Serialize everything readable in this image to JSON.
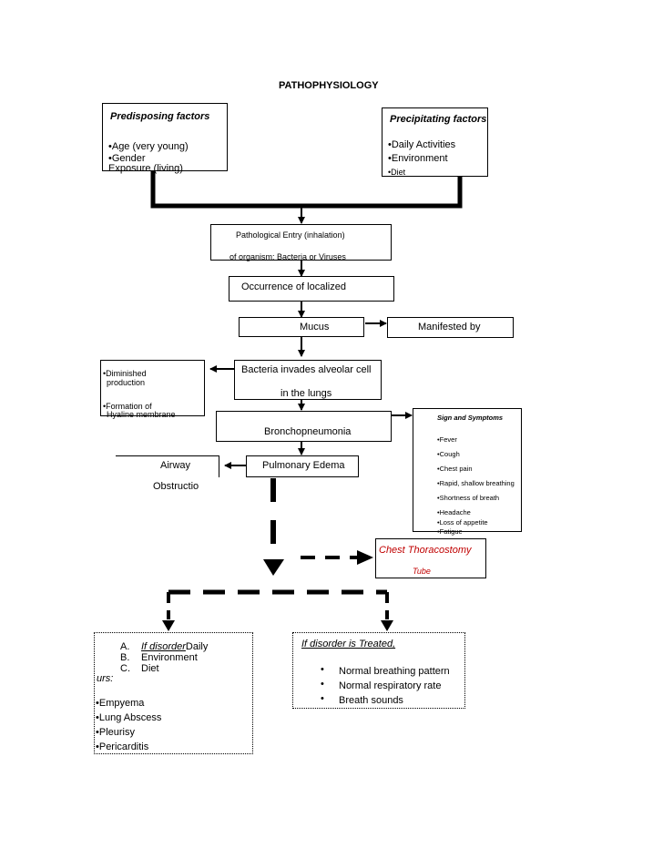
{
  "title": "PATHOPHYSIOLOGY",
  "predisposing": {
    "heading": "Predisposing factors",
    "items": [
      "•Age (very young)",
      "•Gender",
      "Exposure (living)"
    ]
  },
  "precipitating": {
    "heading": "Precipitating factors",
    "items": [
      "•Daily Activities",
      "•Environment",
      "•Diet"
    ]
  },
  "pathological_entry": {
    "line1": "Pathological Entry (inhalation)",
    "line2": "of organism: Bacteria or Viruses"
  },
  "occurrence": "Occurrence of localized",
  "mucus": "Mucus",
  "manifested": "Manifested by",
  "bacteria": {
    "line1": "Bacteria invades alveolar cell",
    "line2": "in the lungs"
  },
  "diminished": {
    "line1": "•Diminished",
    "line2": "production",
    "line3": "•Formation of",
    "line4": "Hyaline membrane"
  },
  "broncho": "Bronchopneumonia",
  "airway": {
    "line1": "Airway",
    "line2": "Obstructio"
  },
  "pulmonary": "Pulmonary Edema",
  "signs": {
    "heading": "Sign and Symptoms",
    "items": [
      "Fever",
      "Cough",
      "Chest pain",
      "Rapid, shallow breathing",
      "Shortness of breath",
      "Headache",
      "Loss of appetite",
      "Fatigue"
    ]
  },
  "chest_tube": {
    "line1": "Chest Thoracostomy",
    "line2": "Tube"
  },
  "untreated": {
    "list": [
      "A.",
      "B.",
      "C."
    ],
    "item_a_italic": "If disorder",
    "item_a_rest": "Daily",
    "item_b": "Environment",
    "item_c": "Diet",
    "urs": "urs:",
    "items": [
      "•Empyema",
      "•Lung Abscess",
      "•Pleurisy",
      "•Pericarditis"
    ]
  },
  "treated": {
    "heading": "If disorder is Treated,",
    "items": [
      "Normal breathing pattern",
      "Normal respiratory rate",
      "Breath sounds"
    ]
  }
}
